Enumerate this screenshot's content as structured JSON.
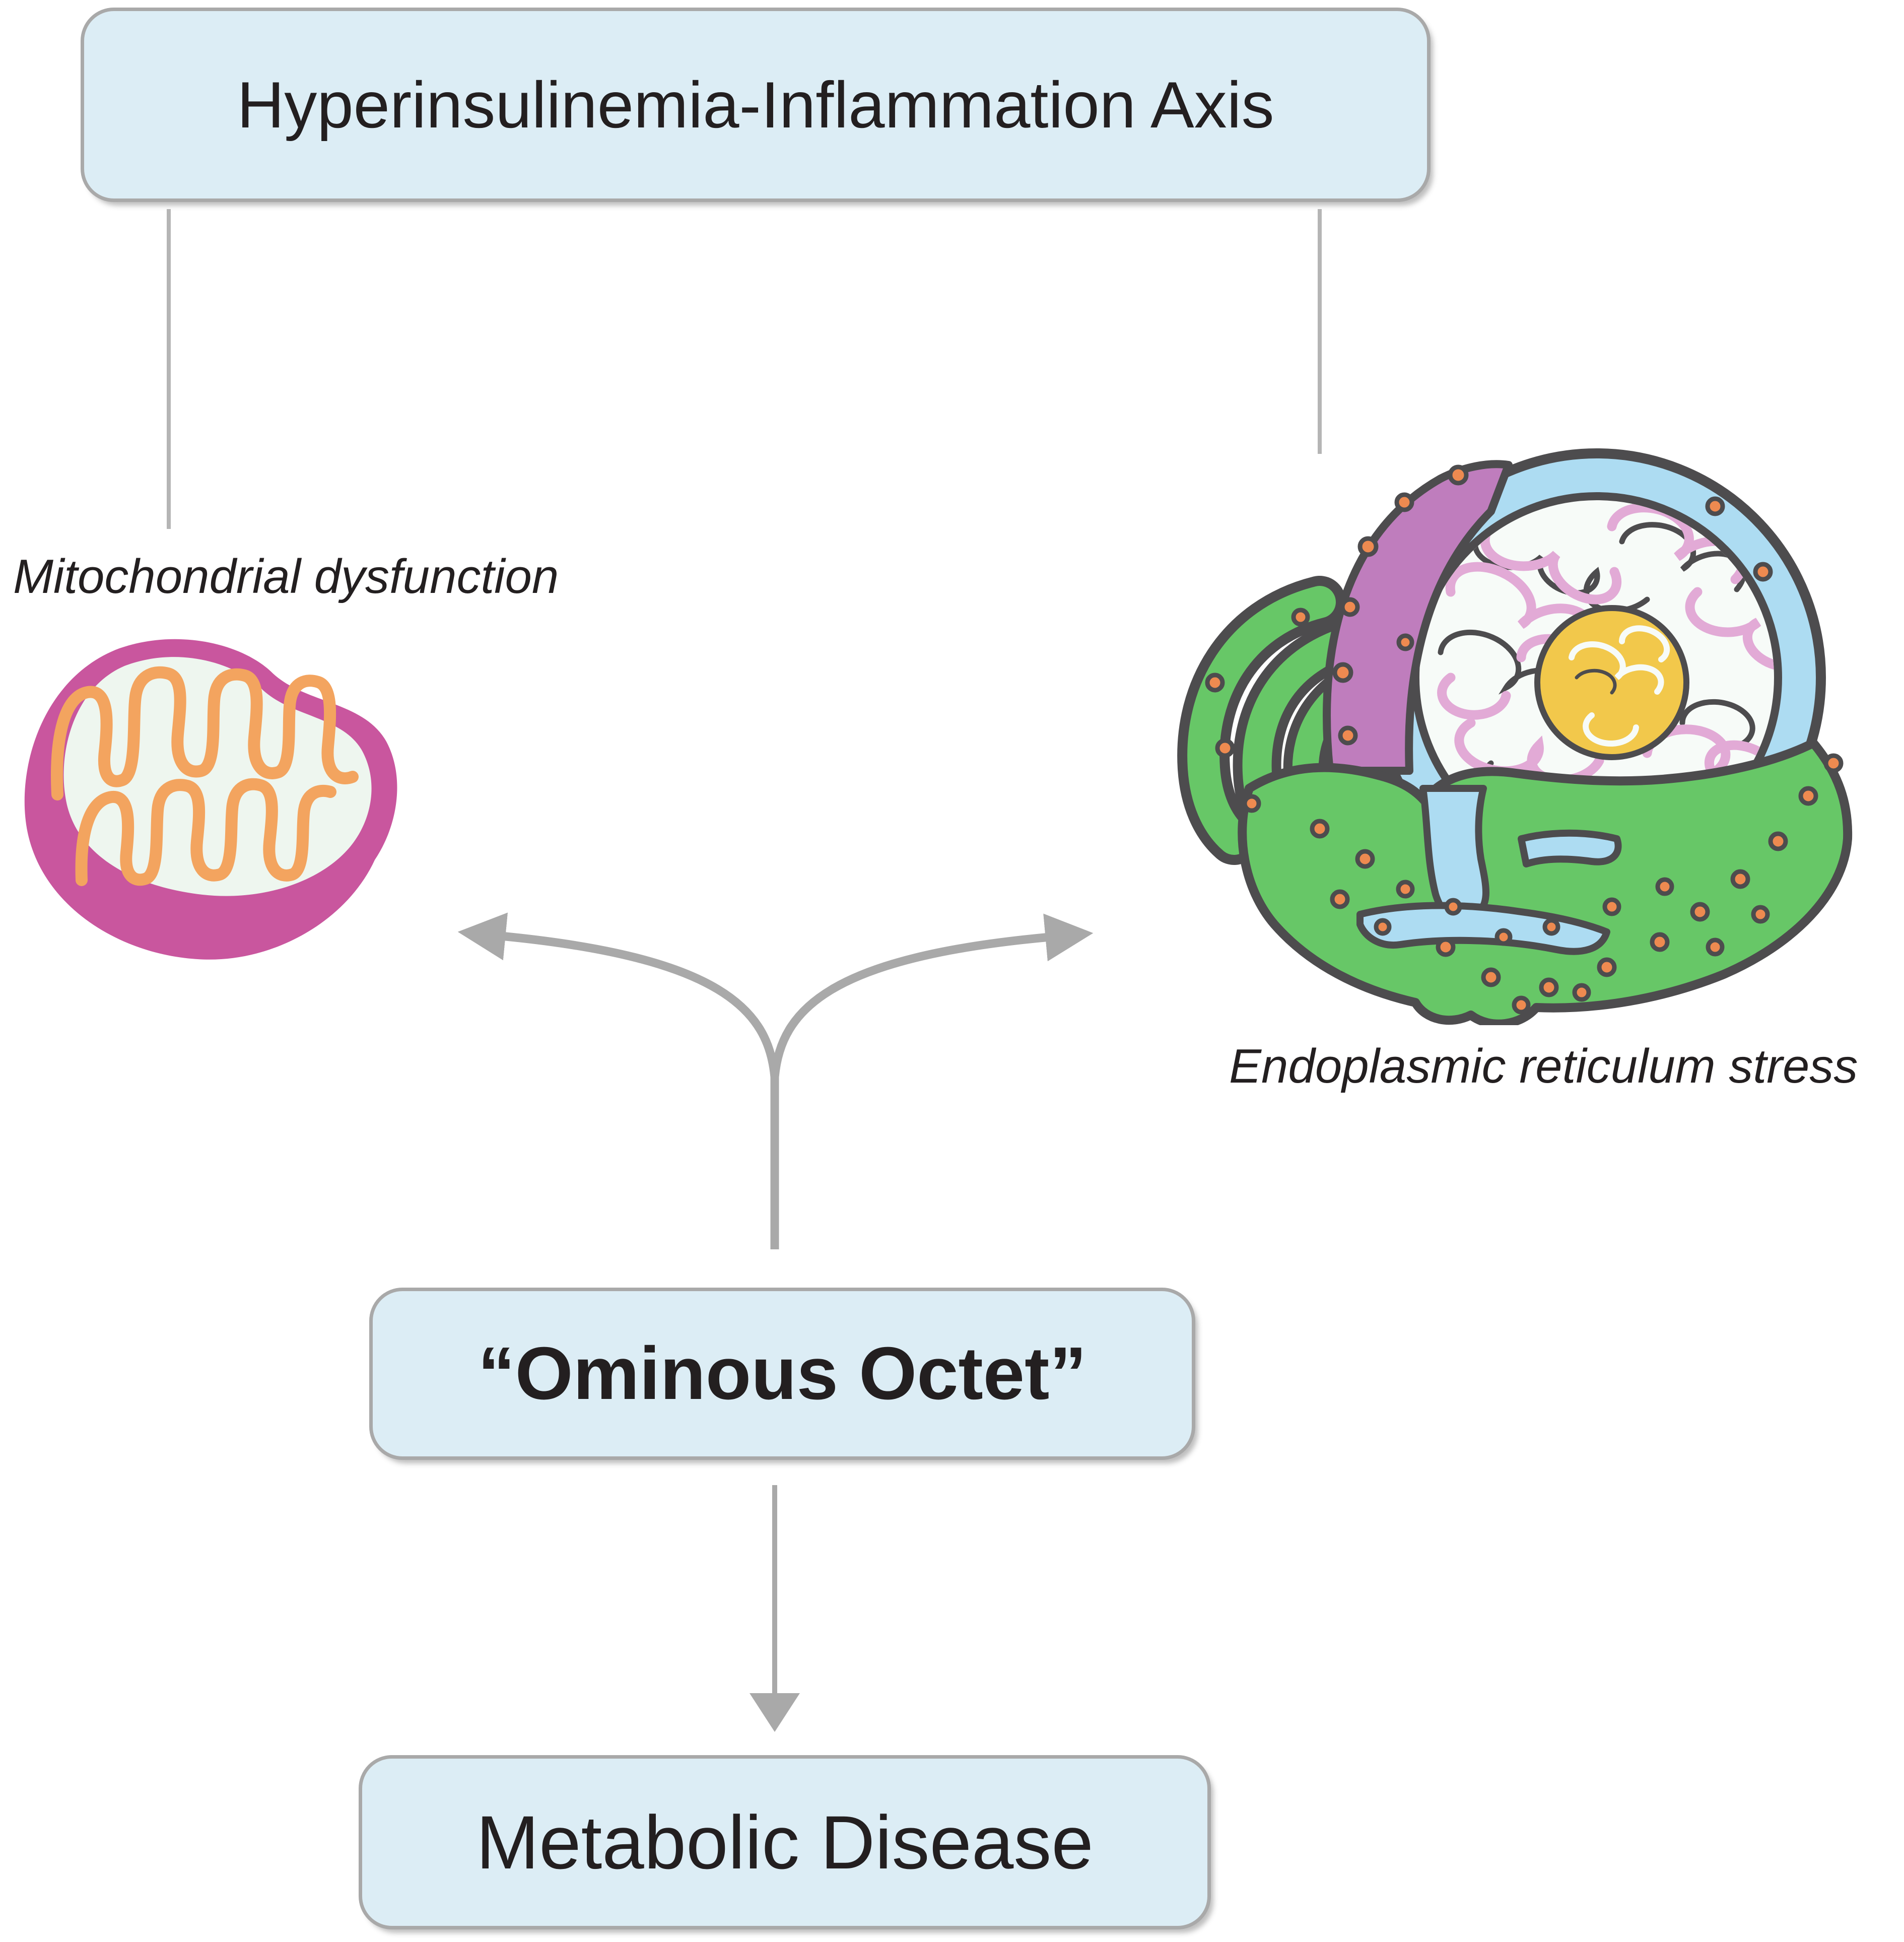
{
  "figure": {
    "title_box": {
      "label": "Hyperinsulinemia-Inflammation Axis"
    },
    "mitochondrion": {
      "label": "Mitochondrial dysfunction"
    },
    "endoplasmic_reticulum": {
      "label": "Endoplasmic reticulum stress"
    },
    "center_box": {
      "label": "“Ominous Octet”"
    },
    "bottom_box": {
      "label": "Metabolic Disease"
    }
  },
  "edges": [
    {
      "from": "hyperinsulinemia_inflammation_axis",
      "to": "mitochondrial_dysfunction",
      "style": "plain-line"
    },
    {
      "from": "hyperinsulinemia_inflammation_axis",
      "to": "endoplasmic_reticulum_stress",
      "style": "plain-line"
    },
    {
      "from": "ominous_octet",
      "to": "mitochondrial_dysfunction",
      "style": "curved-arrow"
    },
    {
      "from": "ominous_octet",
      "to": "endoplasmic_reticulum_stress",
      "style": "curved-arrow"
    },
    {
      "from": "ominous_octet",
      "to": "metabolic_disease",
      "style": "straight-arrow"
    }
  ],
  "colors": {
    "box_fill": "#dcedf5",
    "box_border": "#a9a9a9",
    "text": "#231f20",
    "connector": "#b5b5b5",
    "arrow": "#a9a9a9",
    "mito_outer": "#c9569e",
    "mito_inner": "#eef6ef",
    "mito_cristae": "#f3a45f",
    "er_outline": "#4d4c4e",
    "er_green": "#67c767",
    "er_purple": "#bf7dbd",
    "er_blue": "#addcf2",
    "er_pink": "#e2aad6",
    "er_yellow": "#f2c84b",
    "er_orange": "#ee8a50",
    "er_white": "#f7fbf8"
  }
}
